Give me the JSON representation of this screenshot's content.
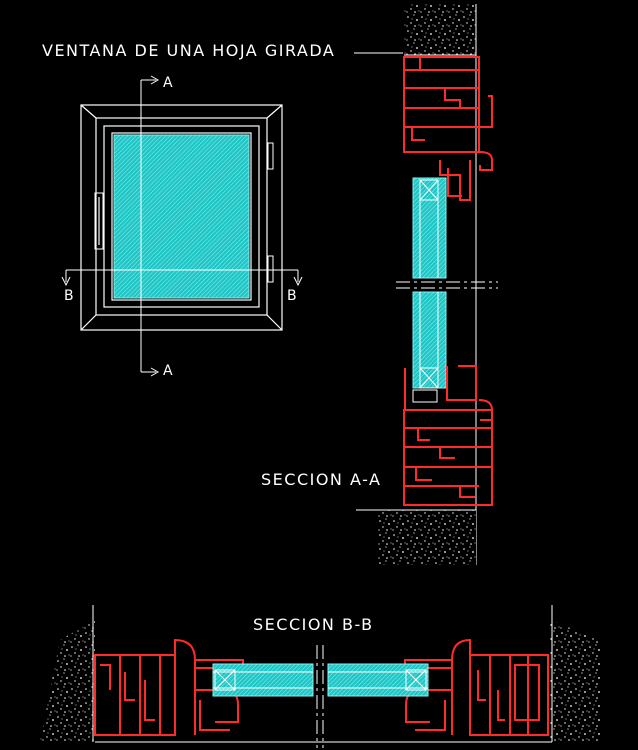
{
  "title": "VENTANA DE UNA HOJA GIRADA",
  "section_aa_label": "SECCION A-A",
  "section_bb_label": "SECCION B-B",
  "section_markers": {
    "a_top": "A",
    "a_bottom": "A",
    "b_left": "B",
    "b_right": "B"
  },
  "colors": {
    "background": "#000000",
    "line_white": "#ffffff",
    "profile_red": "#ff2a2a",
    "glass_cyan": "#2fd6d6",
    "concrete_white": "#e8e8e8"
  }
}
